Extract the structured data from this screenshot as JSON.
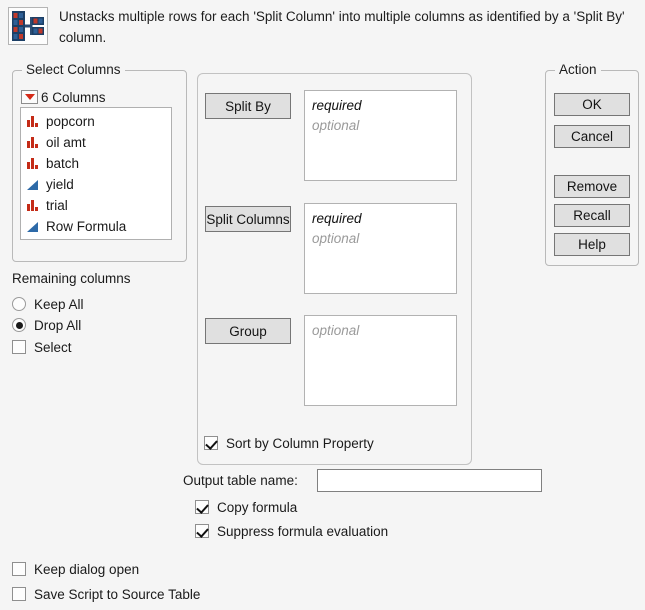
{
  "header": {
    "icon": "split-table-icon",
    "description": "Unstacks multiple rows for each 'Split Column' into multiple columns as identified by a 'Split By' column."
  },
  "select_columns": {
    "group_title": "Select Columns",
    "count_label": "6 Columns",
    "dropdown_icon": "red-triangle-dropdown-icon",
    "columns": [
      {
        "name": "popcorn",
        "type": "nominal",
        "icon": "bar-chart-icon"
      },
      {
        "name": "oil amt",
        "type": "nominal",
        "icon": "bar-chart-icon"
      },
      {
        "name": "batch",
        "type": "nominal",
        "icon": "bar-chart-icon"
      },
      {
        "name": "yield",
        "type": "continuous",
        "icon": "triangle-icon"
      },
      {
        "name": "trial",
        "type": "nominal",
        "icon": "bar-chart-icon"
      },
      {
        "name": "Row Formula",
        "type": "continuous",
        "icon": "triangle-icon"
      }
    ]
  },
  "remaining_columns": {
    "label": "Remaining columns",
    "options": [
      {
        "label": "Keep All",
        "selected": false
      },
      {
        "label": "Drop All",
        "selected": true
      }
    ],
    "select_checkbox": {
      "label": "Select",
      "checked": false
    }
  },
  "roles": [
    {
      "button_label": "Split By",
      "required_text": "required",
      "optional_text": "optional",
      "value": ""
    },
    {
      "button_label": "Split Columns",
      "required_text": "required",
      "optional_text": "optional",
      "value": ""
    },
    {
      "button_label": "Group",
      "required_text": "",
      "optional_text": "optional",
      "value": ""
    }
  ],
  "sort_by_column_property": {
    "label": "Sort by Column Property",
    "checked": true
  },
  "output_table": {
    "label": "Output table name:",
    "value": "",
    "placeholder": ""
  },
  "options": [
    {
      "label": "Copy formula",
      "checked": true
    },
    {
      "label": "Suppress formula evaluation",
      "checked": true
    },
    {
      "label": "Keep dialog open",
      "checked": false
    },
    {
      "label": "Save Script to Source Table",
      "checked": false
    }
  ],
  "action": {
    "group_title": "Action",
    "buttons": [
      {
        "label": "OK"
      },
      {
        "label": "Cancel"
      },
      {
        "label": "Remove"
      },
      {
        "label": "Recall"
      },
      {
        "label": "Help"
      }
    ]
  },
  "colors": {
    "background": "#f5f5f5",
    "nominal_icon": "#c42b17",
    "continuous_icon": "#2d6aa8",
    "button_face": "#e0e0e0",
    "field_background": "#ffffff"
  }
}
